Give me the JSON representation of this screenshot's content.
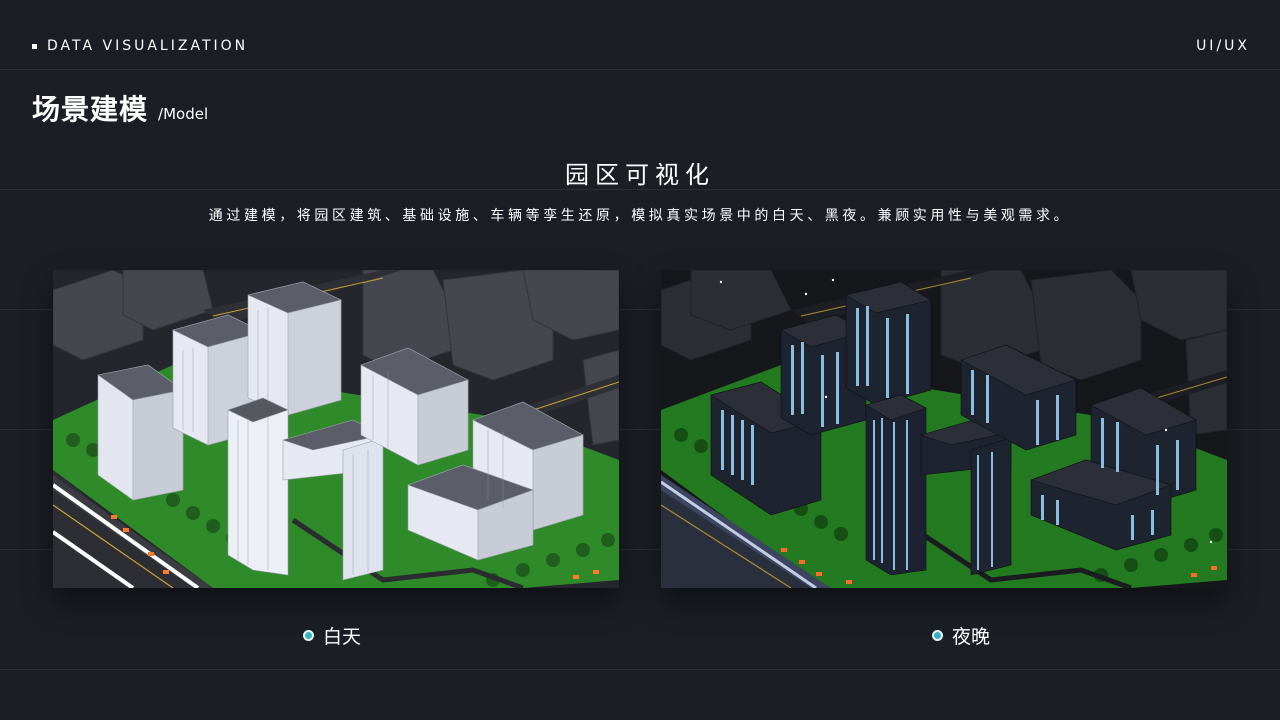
{
  "header": {
    "brand_label": "DATA VISUALIZATION",
    "tag_label": "UI/UX"
  },
  "page": {
    "title_zh": "场景建模",
    "title_en": "/Model"
  },
  "section": {
    "title": "园区可视化",
    "description": "通过建模，将园区建筑、基础设施、车辆等孪生还原，模拟真实场景中的白天、黑夜。兼顾实用性与美观需求。"
  },
  "panels": [
    {
      "id": "day",
      "caption": "白天",
      "scene": "isometric-campus-daytime"
    },
    {
      "id": "night",
      "caption": "夜晚",
      "scene": "isometric-campus-night"
    }
  ],
  "colors": {
    "background": "#1b1e25",
    "grid_line": "#2a2e36",
    "accent_dot": "#36b3c2",
    "grass": "#2f8a2a",
    "day_building": "#e4e7ef",
    "night_window": "#9fd8ff"
  }
}
